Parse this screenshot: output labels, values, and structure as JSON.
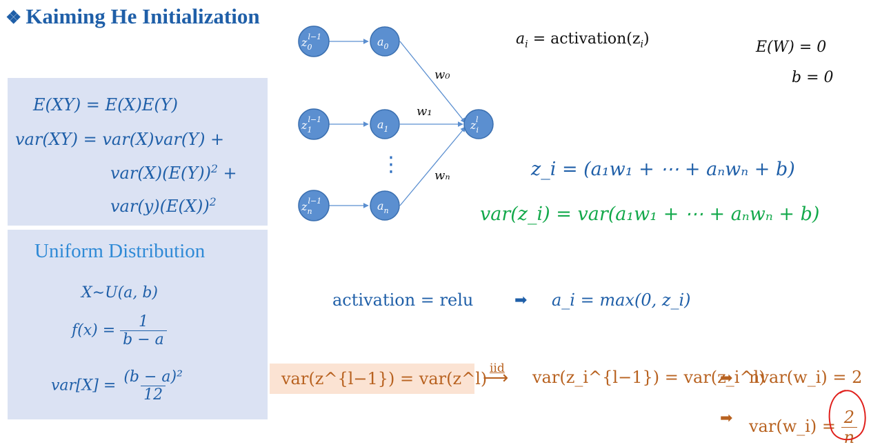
{
  "title": "Kaiming He Initialization",
  "title_bullet": "❖",
  "left_panel_top": {
    "line1": "E(XY) = E(X)E(Y)",
    "line2": "var(XY) = var(X)var(Y) +",
    "line3_a": "var(X)(E(Y))",
    "line3_sup": "2",
    "line3_b": " +",
    "line4_a": "var(y)(E(X))",
    "line4_sup": "2"
  },
  "left_panel_bottom": {
    "heading": "Uniform Distribution",
    "dist": "X∼U(a, b)",
    "pdf_lhs": "f(x) = ",
    "pdf_num": "1",
    "pdf_den": "b − a",
    "var_lhs": "var[X] = ",
    "var_num": "(b − a)²",
    "var_den": "12"
  },
  "network": {
    "nodes": {
      "z0": {
        "base": "z",
        "sub": "0",
        "sup": "l−1"
      },
      "z1": {
        "base": "z",
        "sub": "1",
        "sup": "l−1"
      },
      "zn": {
        "base": "z",
        "sub": "n",
        "sup": "l−1"
      },
      "a0": {
        "base": "a",
        "sub": "0"
      },
      "a1": {
        "base": "a",
        "sub": "1"
      },
      "an": {
        "base": "a",
        "sub": "n"
      },
      "zi": {
        "base": "z",
        "sub": "i",
        "sup": "l"
      }
    },
    "weights": {
      "w0": "w₀",
      "w1": "w₁",
      "wn": "wₙ"
    },
    "ellipsis": "⋮"
  },
  "equations": {
    "activation_def": {
      "lhs": "a",
      "sub": "i",
      "rhs": " = activation(z",
      "rhs_sub": "i",
      "close": ")"
    },
    "expect_w": "E(W) = 0",
    "bias": "b = 0",
    "z_i": "z_i =  (a₁w₁ + ⋯ + aₙwₙ + b)",
    "var_z_i": "var(z_i) = var(a₁w₁ + ⋯ + aₙwₙ + b)",
    "relu": "activation = relu",
    "relu_result": "a_i = max(0, z_i)",
    "var_layers": "var(z^{l−1}) = var(z^l)",
    "iid": "iid",
    "var_layers_i": "var(z_i^{l−1}) = var(z_i^l)",
    "nvar": "nvar(w_i) = 2",
    "var_w": "var(w_i) = ",
    "var_w_num": "2",
    "var_w_den": "n"
  },
  "colors": {
    "title": "#1f5fa8",
    "panel": "#dbe2f3",
    "node": "#5b8fd0",
    "blue_eq": "#1f5fa8",
    "green_eq": "#12a84a",
    "orange_eq": "#b86220",
    "highlight": "#fbe3d3",
    "circle_mark": "#e0201c"
  }
}
